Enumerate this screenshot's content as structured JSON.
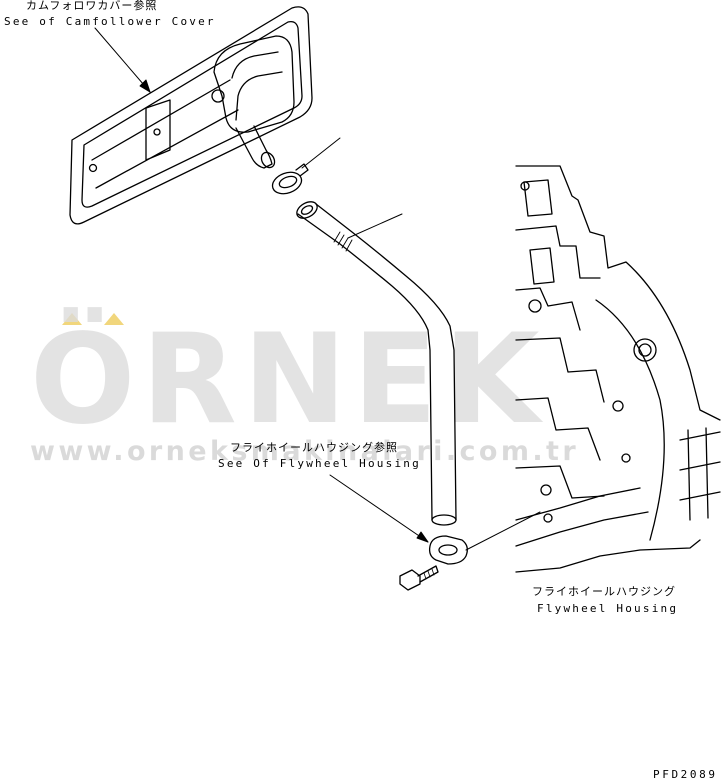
{
  "labels": {
    "camfollower_cover_jp": "カムフォロワカバー参照",
    "camfollower_cover_en": "See of Camfollower Cover",
    "flywheel_ref_jp": "フライホイールハウジング参照",
    "flywheel_ref_en": "See Of Flywheel Housing",
    "flywheel_housing_jp": "フライホイールハウジング",
    "flywheel_housing_en": "Flywheel Housing",
    "drawing_code": "PFD2089"
  },
  "watermark": {
    "brand": "ÖRNEK",
    "url": "www.orneksmakinalari.com.tr",
    "text_color": "#dcdcdc",
    "accent_color": "#f1d67c"
  },
  "colors": {
    "line": "#000000",
    "background": "#ffffff"
  }
}
